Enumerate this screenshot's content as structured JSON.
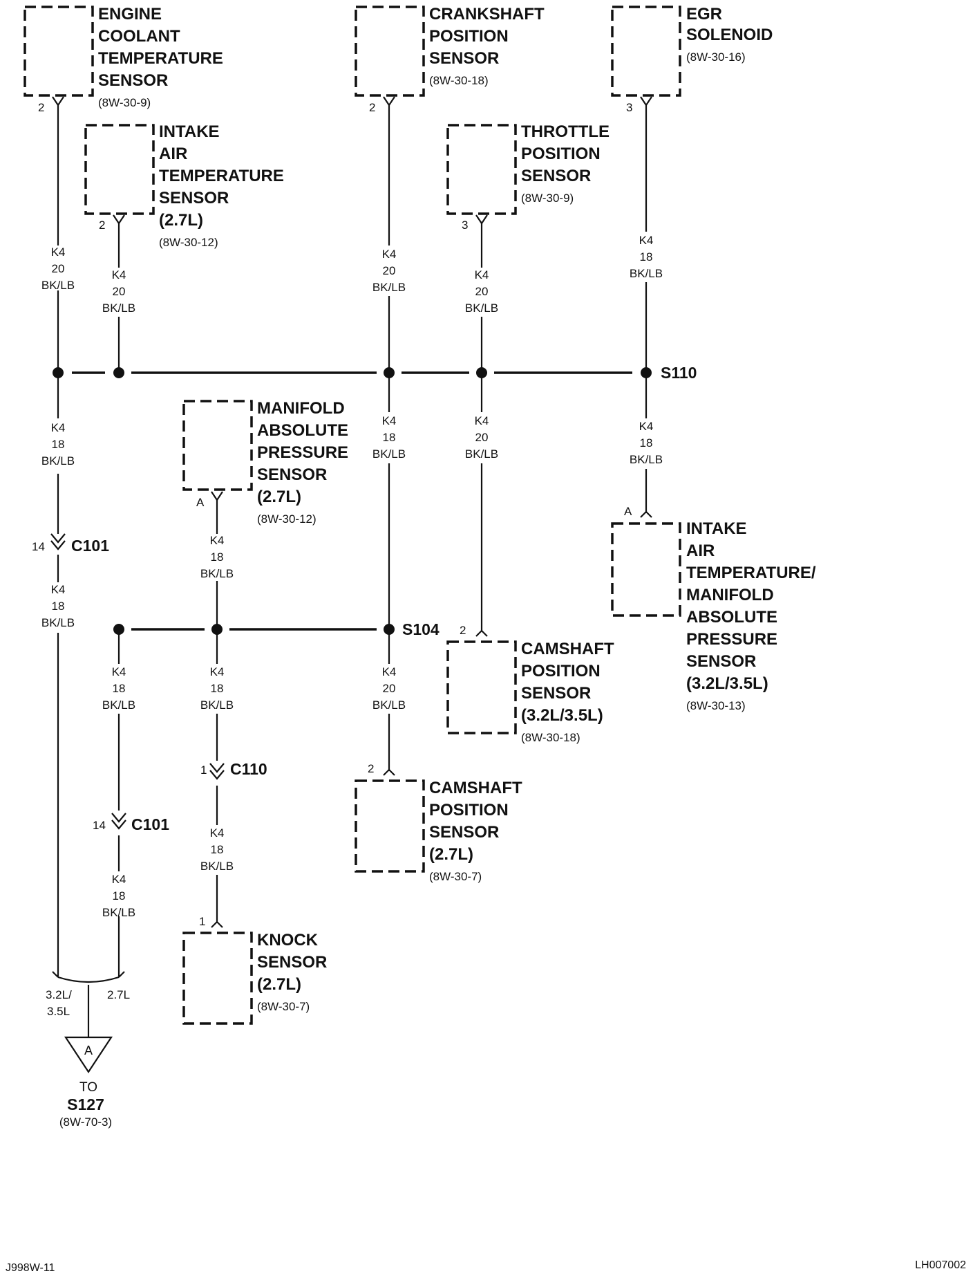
{
  "components": {
    "ect": {
      "name": [
        "ENGINE",
        "COOLANT",
        "TEMPERATURE",
        "SENSOR"
      ],
      "ref": "(8W-30-9)",
      "pin": "2"
    },
    "iat27": {
      "name": [
        "INTAKE",
        "AIR",
        "TEMPERATURE",
        "SENSOR",
        "(2.7L)"
      ],
      "ref": "(8W-30-12)",
      "pin": "2"
    },
    "ckp": {
      "name": [
        "CRANKSHAFT",
        "POSITION",
        "SENSOR"
      ],
      "ref": "(8W-30-18)",
      "pin": "2"
    },
    "tps": {
      "name": [
        "THROTTLE",
        "POSITION",
        "SENSOR"
      ],
      "ref": "(8W-30-9)",
      "pin": "3"
    },
    "egr": {
      "name": [
        "EGR",
        "SOLENOID"
      ],
      "ref": "(8W-30-16)",
      "pin": "3"
    },
    "map27": {
      "name": [
        "MANIFOLD",
        "ABSOLUTE",
        "PRESSURE",
        "SENSOR",
        "(2.7L)"
      ],
      "ref": "(8W-30-12)",
      "pin": "A"
    },
    "iatmap": {
      "name": [
        "INTAKE",
        "AIR",
        "TEMPERATURE/",
        "MANIFOLD",
        "ABSOLUTE",
        "PRESSURE",
        "SENSOR",
        "(3.2L/3.5L)"
      ],
      "ref": "(8W-30-13)",
      "pin": "A"
    },
    "cmp32": {
      "name": [
        "CAMSHAFT",
        "POSITION",
        "SENSOR",
        "(3.2L/3.5L)"
      ],
      "ref": "(8W-30-18)",
      "pin": "2"
    },
    "cmp27": {
      "name": [
        "CAMSHAFT",
        "POSITION",
        "SENSOR",
        "(2.7L)"
      ],
      "ref": "(8W-30-7)",
      "pin": "2"
    },
    "knock": {
      "name": [
        "KNOCK",
        "SENSOR",
        "(2.7L)"
      ],
      "ref": "(8W-30-7)",
      "pin": "1"
    }
  },
  "wires": {
    "w1": [
      "K4",
      "20",
      "BK/LB"
    ],
    "w2": [
      "K4",
      "20",
      "BK/LB"
    ],
    "w3": [
      "K4",
      "20",
      "BK/LB"
    ],
    "w4": [
      "K4",
      "20",
      "BK/LB"
    ],
    "w5": [
      "K4",
      "18",
      "BK/LB"
    ],
    "w6": [
      "K4",
      "18",
      "BK/LB"
    ],
    "w7": [
      "K4",
      "18",
      "BK/LB"
    ],
    "w8": [
      "K4",
      "20",
      "BK/LB"
    ],
    "w9": [
      "K4",
      "18",
      "BK/LB"
    ],
    "w10": [
      "K4",
      "18",
      "BK/LB"
    ],
    "w11": [
      "K4",
      "18",
      "BK/LB"
    ],
    "w12": [
      "K4",
      "18",
      "BK/LB"
    ],
    "w13": [
      "K4",
      "20",
      "BK/LB"
    ],
    "w14": [
      "K4",
      "18",
      "BK/LB"
    ],
    "w15": [
      "K4",
      "18",
      "BK/LB"
    ],
    "w16": [
      "K4",
      "18",
      "BK/LB"
    ]
  },
  "splices": {
    "s110": "S110",
    "s104": "S104"
  },
  "connectors": {
    "c101a": {
      "label": "C101",
      "pin": "14"
    },
    "c101b": {
      "label": "C101",
      "pin": "14"
    },
    "c110": {
      "label": "C110",
      "pin": "1"
    }
  },
  "merge": {
    "left_label": [
      "3.2L/",
      "3.5L"
    ],
    "right_label": "2.7L"
  },
  "offpage": {
    "letter": "A",
    "to": "TO",
    "splice": "S127",
    "ref": "(8W-70-3)"
  },
  "footer": {
    "left": "J998W-11",
    "right": "LH007002"
  }
}
